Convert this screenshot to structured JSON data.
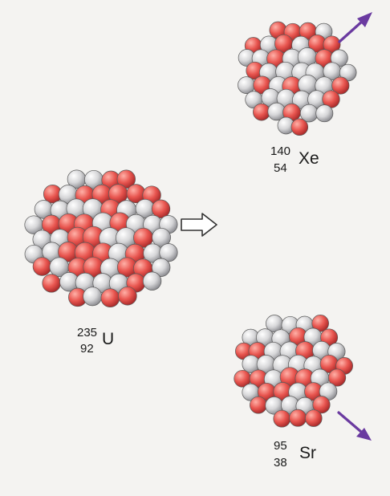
{
  "nuclei": [
    {
      "id": "uranium",
      "mass_number": "235",
      "atomic_number": "92",
      "symbol": "U"
    },
    {
      "id": "xenon",
      "mass_number": "140",
      "atomic_number": "54",
      "symbol": "Xe"
    },
    {
      "id": "strontium",
      "mass_number": "95",
      "atomic_number": "38",
      "symbol": "Sr"
    }
  ],
  "colors": {
    "background": "#f4f3f1",
    "proton": "#e8554f",
    "neutron": "#d4d4d6",
    "arrow": "#6a3aa0",
    "outline": "#5a5a5a"
  },
  "icons": [
    "hollow-right-arrow-icon",
    "purple-diagonal-arrow-icon"
  ]
}
